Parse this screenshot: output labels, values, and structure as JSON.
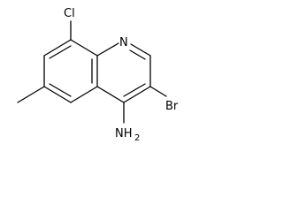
{
  "molecule": {
    "labels": {
      "chlorine": "Cl",
      "nitrogen": "N",
      "bromine": "Br",
      "amine": "NH",
      "amine_subscript": "2"
    }
  }
}
